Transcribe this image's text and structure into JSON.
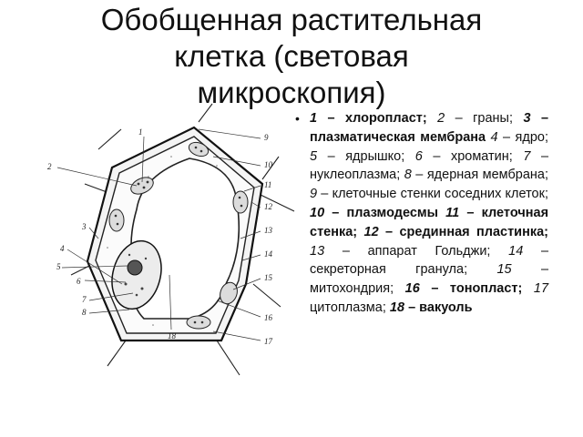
{
  "slide": {
    "title_line1": "Обобщенная растительная",
    "title_line2": "клетка (световая",
    "title_line3": "микроскопия)"
  },
  "legend": {
    "bullet": "•",
    "items": [
      {
        "num": "1",
        "sep": " – ",
        "text": "хлоропласт;",
        "bold": true
      },
      {
        "num": "2",
        "sep": " – ",
        "text": "граны;",
        "bold": false
      },
      {
        "num": "3",
        "sep": " – ",
        "text": "плазматическая мембрана",
        "bold": true
      },
      {
        "num": "4",
        "sep": " – ",
        "text": "ядро;",
        "bold": false
      },
      {
        "num": "5",
        "sep": " – ",
        "text": "ядрышко;",
        "bold": false
      },
      {
        "num": "6",
        "sep": " – ",
        "text": "хроматин;",
        "bold": false
      },
      {
        "num": "7",
        "sep": " – ",
        "text": "нуклеоплазма;",
        "bold": false
      },
      {
        "num": "8",
        "sep": " – ",
        "text": "ядерная мембрана;",
        "bold": false
      },
      {
        "num": "9",
        "sep": " – ",
        "text": "клеточные стенки соседних клеток;",
        "bold": false
      },
      {
        "num": "10",
        "sep": " – ",
        "text": "плазмодесмы",
        "bold": true
      },
      {
        "num": "11",
        "sep": " – ",
        "text": "клеточная стенка;",
        "bold": true
      },
      {
        "num": "12",
        "sep": " – ",
        "text": "срединная пластинка;",
        "bold": true
      },
      {
        "num": "13",
        "sep": " – ",
        "text": "аппарат Гольджи;",
        "bold": false
      },
      {
        "num": "14",
        "sep": " – ",
        "text": "секреторная гранула;",
        "bold": false
      },
      {
        "num": "15",
        "sep": " – ",
        "text": "митохондрия;",
        "bold": false
      },
      {
        "num": "16",
        "sep": " – ",
        "text": "тонопласт;",
        "bold": true
      },
      {
        "num": "17",
        "sep": " ",
        "text": "цитоплазма;",
        "bold": false
      },
      {
        "num": "18",
        "sep": " – ",
        "text": "вакуоль",
        "bold": true
      }
    ]
  },
  "diagram": {
    "labels": [
      "1",
      "2",
      "3",
      "4",
      "5",
      "6",
      "7",
      "8",
      "9",
      "10",
      "11",
      "12",
      "13",
      "14",
      "15",
      "16",
      "17",
      "18"
    ]
  }
}
